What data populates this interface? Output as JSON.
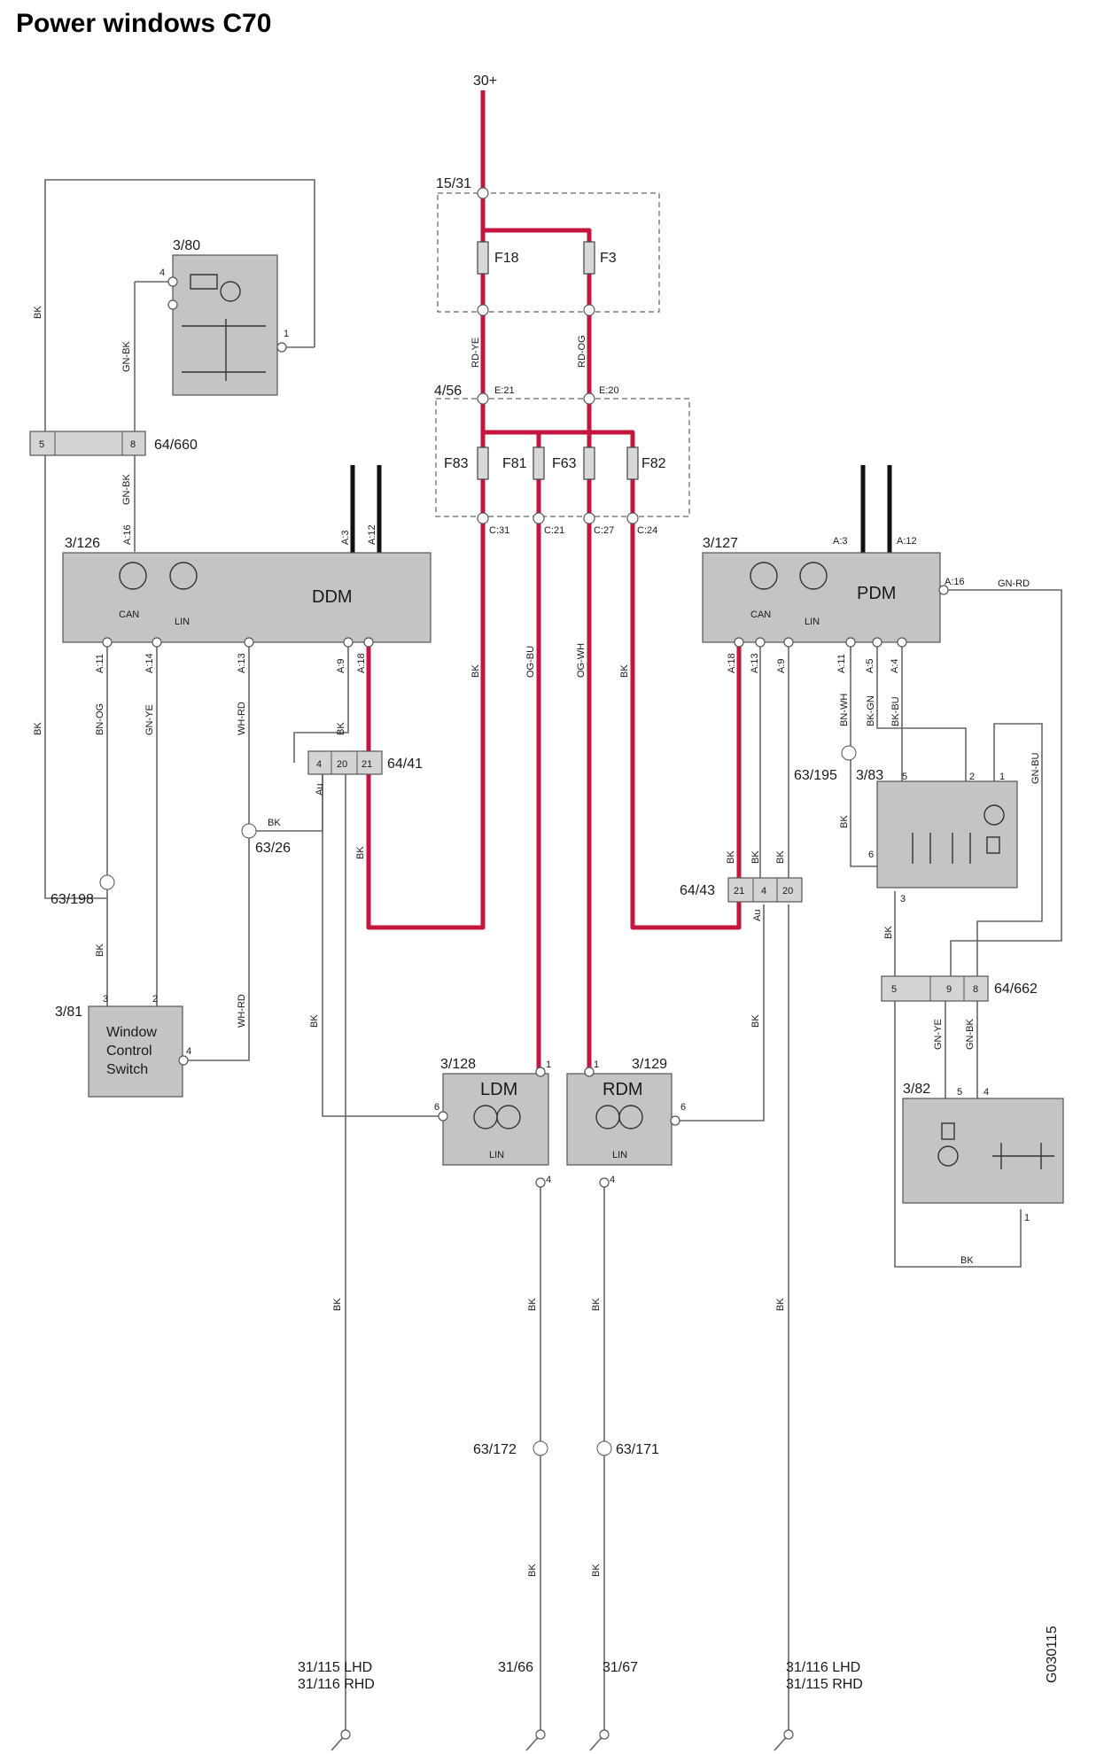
{
  "title": "Power windows C70",
  "doc_id": "G030115",
  "supply": "30+",
  "fuse_box_1": {
    "id": "15/31",
    "fuses": [
      "F18",
      "F3"
    ]
  },
  "fuse_box_2": {
    "id": "4/56",
    "fuses": [
      "F83",
      "F81",
      "F63",
      "F82"
    ],
    "inputs": [
      "E:21",
      "E:20"
    ],
    "outputs": [
      "C:31",
      "C:21",
      "C:27",
      "C:24"
    ]
  },
  "modules": {
    "ddm": {
      "id": "3/126",
      "name": "DDM",
      "can": "CAN",
      "lin": "LIN"
    },
    "pdm": {
      "id": "3/127",
      "name": "PDM",
      "can": "CAN",
      "lin": "LIN"
    },
    "ldm": {
      "id": "3/128",
      "name": "LDM",
      "lin": "LIN"
    },
    "rdm": {
      "id": "3/129",
      "name": "RDM",
      "lin": "LIN"
    },
    "sw380": {
      "id": "3/80"
    },
    "sw381": {
      "id": "3/81",
      "line1": "Window",
      "line2": "Control",
      "line3": "Switch"
    },
    "sw383": {
      "id": "3/83"
    },
    "sw382": {
      "id": "3/82"
    }
  },
  "connectors": {
    "c64660": {
      "id": "64/660",
      "pins": [
        "5",
        "8"
      ]
    },
    "c6441": {
      "id": "64/41",
      "pins": [
        "4",
        "20",
        "21"
      ]
    },
    "c6443": {
      "id": "64/43",
      "pins": [
        "21",
        "4",
        "20"
      ]
    },
    "c64662": {
      "id": "64/662",
      "pins": [
        "5",
        "9",
        "8"
      ]
    }
  },
  "splices": [
    "63/198",
    "63/26",
    "63/195",
    "63/172",
    "63/171"
  ],
  "grounds": {
    "g1_line1": "31/115 LHD",
    "g1_line2": "31/116 RHD",
    "g2": "31/66",
    "g3": "31/67",
    "g4_line1": "31/116 LHD",
    "g4_line2": "31/115 RHD"
  },
  "wire_colors": {
    "bk": "BK",
    "gnbk": "GN-BK",
    "rdye": "RD-YE",
    "rdog": "RD-OG",
    "bnog": "BN-OG",
    "gnye": "GN-YE",
    "whrd": "WH-RD",
    "ogbu": "OG-BU",
    "ogwh": "OG-WH",
    "gnrd": "GN-RD",
    "bnwh": "BN-WH",
    "bkgn": "BK-GN",
    "bkbu": "BK-BU",
    "gnbu": "GN-BU",
    "au": "Au"
  },
  "pins": {
    "a16": "A:16",
    "a14": "A:14",
    "a13": "A:13",
    "a11": "A:11",
    "a9": "A:9",
    "a18": "A:18",
    "a3": "A:3",
    "a12": "A:12",
    "a5": "A:5",
    "a4": "A:4",
    "p1": "1",
    "p2": "2",
    "p3": "3",
    "p4": "4",
    "p5": "5",
    "p6": "6"
  },
  "colors": {
    "power": "#c4163d",
    "wire": "#666666",
    "module": "#c4c4c6",
    "black": "#111111"
  }
}
